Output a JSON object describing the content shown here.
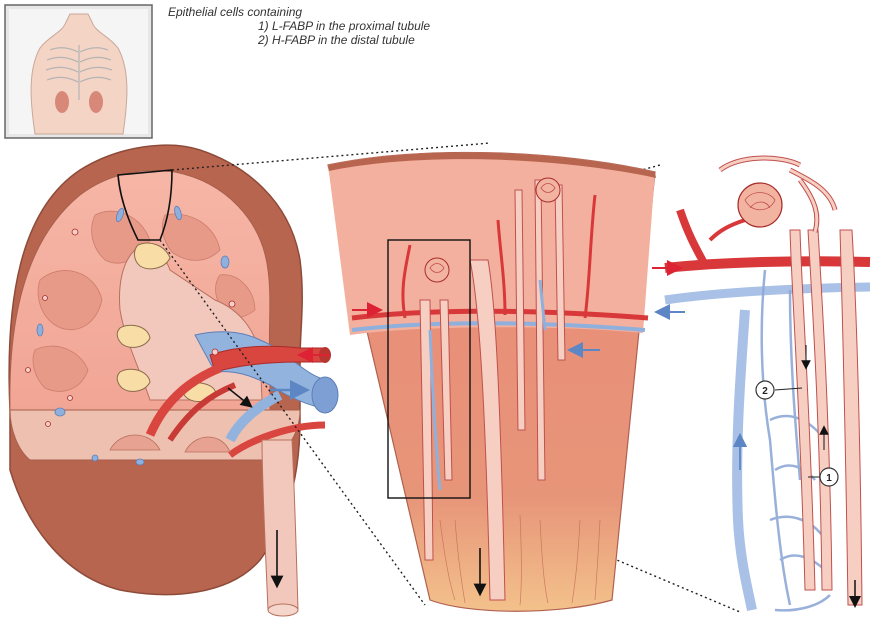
{
  "caption": {
    "heading": "Epithelial cells containing",
    "line1": "1) L-FABP in the proximal tubule",
    "line2": "2) H-FABP in the distal tubule"
  },
  "callouts": [
    {
      "id": "distal",
      "label": "2"
    },
    {
      "id": "proximal",
      "label": "1"
    }
  ],
  "colors": {
    "kidney_capsule": "#b5654f",
    "cortex": "#f0a79a",
    "medulla": "#e58c7d",
    "artery": "#d9383a",
    "vein": "#8fb0dc",
    "tubule": "#f7c9bc",
    "tubule_outline": "#c0504d",
    "flow_arrow": "#111111"
  }
}
